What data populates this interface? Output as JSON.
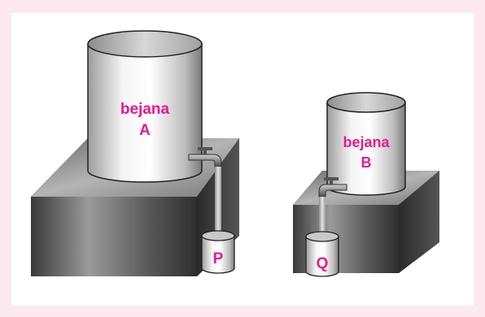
{
  "vessel_a": {
    "line1": "bejana",
    "line2": "A"
  },
  "vessel_b": {
    "line1": "bejana",
    "line2": "B"
  },
  "cup_p": {
    "label": "P"
  },
  "cup_q": {
    "label": "Q"
  },
  "colors": {
    "label": "#e8198b",
    "background": "#fce9f0",
    "panel": "#ffffff"
  }
}
